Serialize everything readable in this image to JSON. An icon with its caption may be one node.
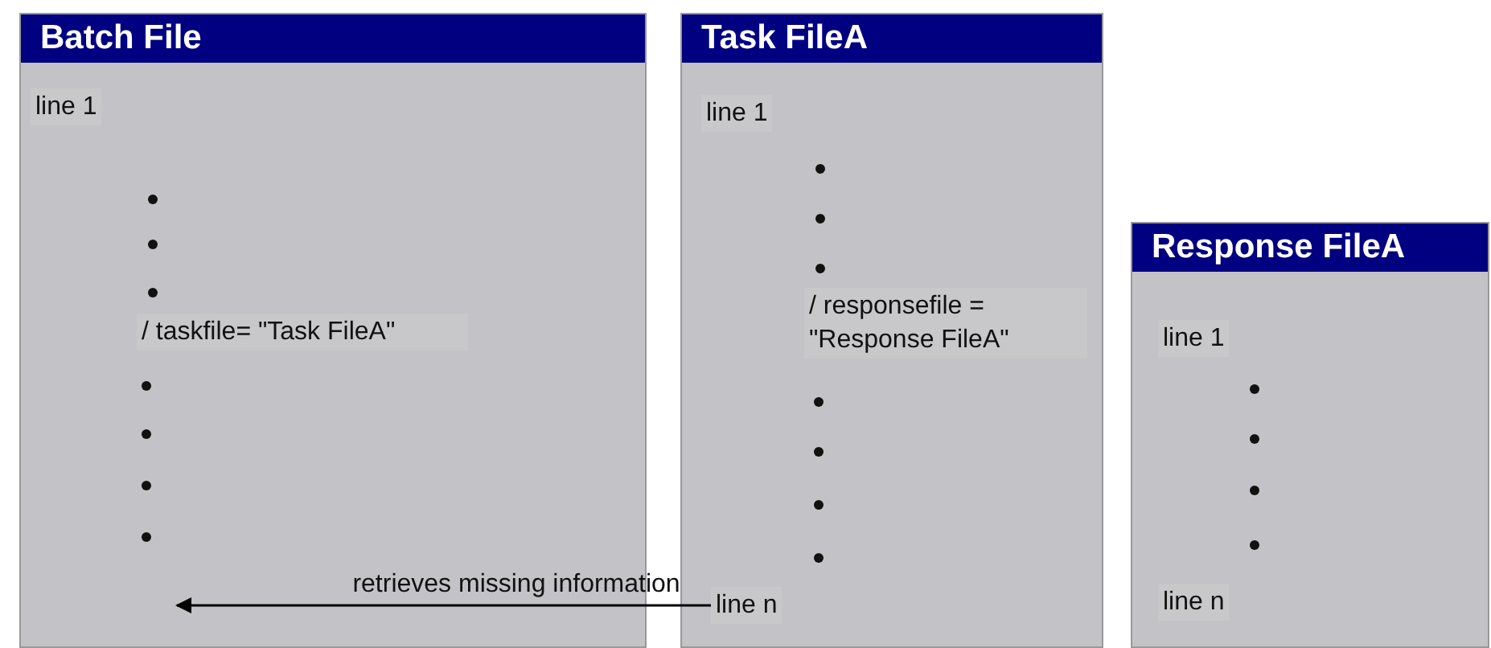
{
  "diagram": {
    "nodes": [
      {
        "text": [
          "Batch File"
        ]
      },
      {
        "text": [
          "line 1"
        ],
        "in": 0
      },
      {
        "text": [
          "/ taskfile= \"Task FileA\""
        ],
        "in": 0
      },
      {
        "text": [
          "Task FileA"
        ]
      },
      {
        "text": [
          "line 1"
        ],
        "in": 3
      },
      {
        "text": [
          "/ responsefile = \"Response FileA\""
        ],
        "in": 3
      },
      {
        "text": [
          "line n"
        ],
        "in": 3
      },
      {
        "text": [
          "Response FileA"
        ]
      },
      {
        "text": [
          "line 1"
        ],
        "in": 7
      },
      {
        "text": [
          "line n"
        ],
        "in": 7
      }
    ],
    "edges": [
      {
        "from": 6,
        "to": 0,
        "arrow": "to",
        "label": "retrieves missing information"
      }
    ]
  }
}
